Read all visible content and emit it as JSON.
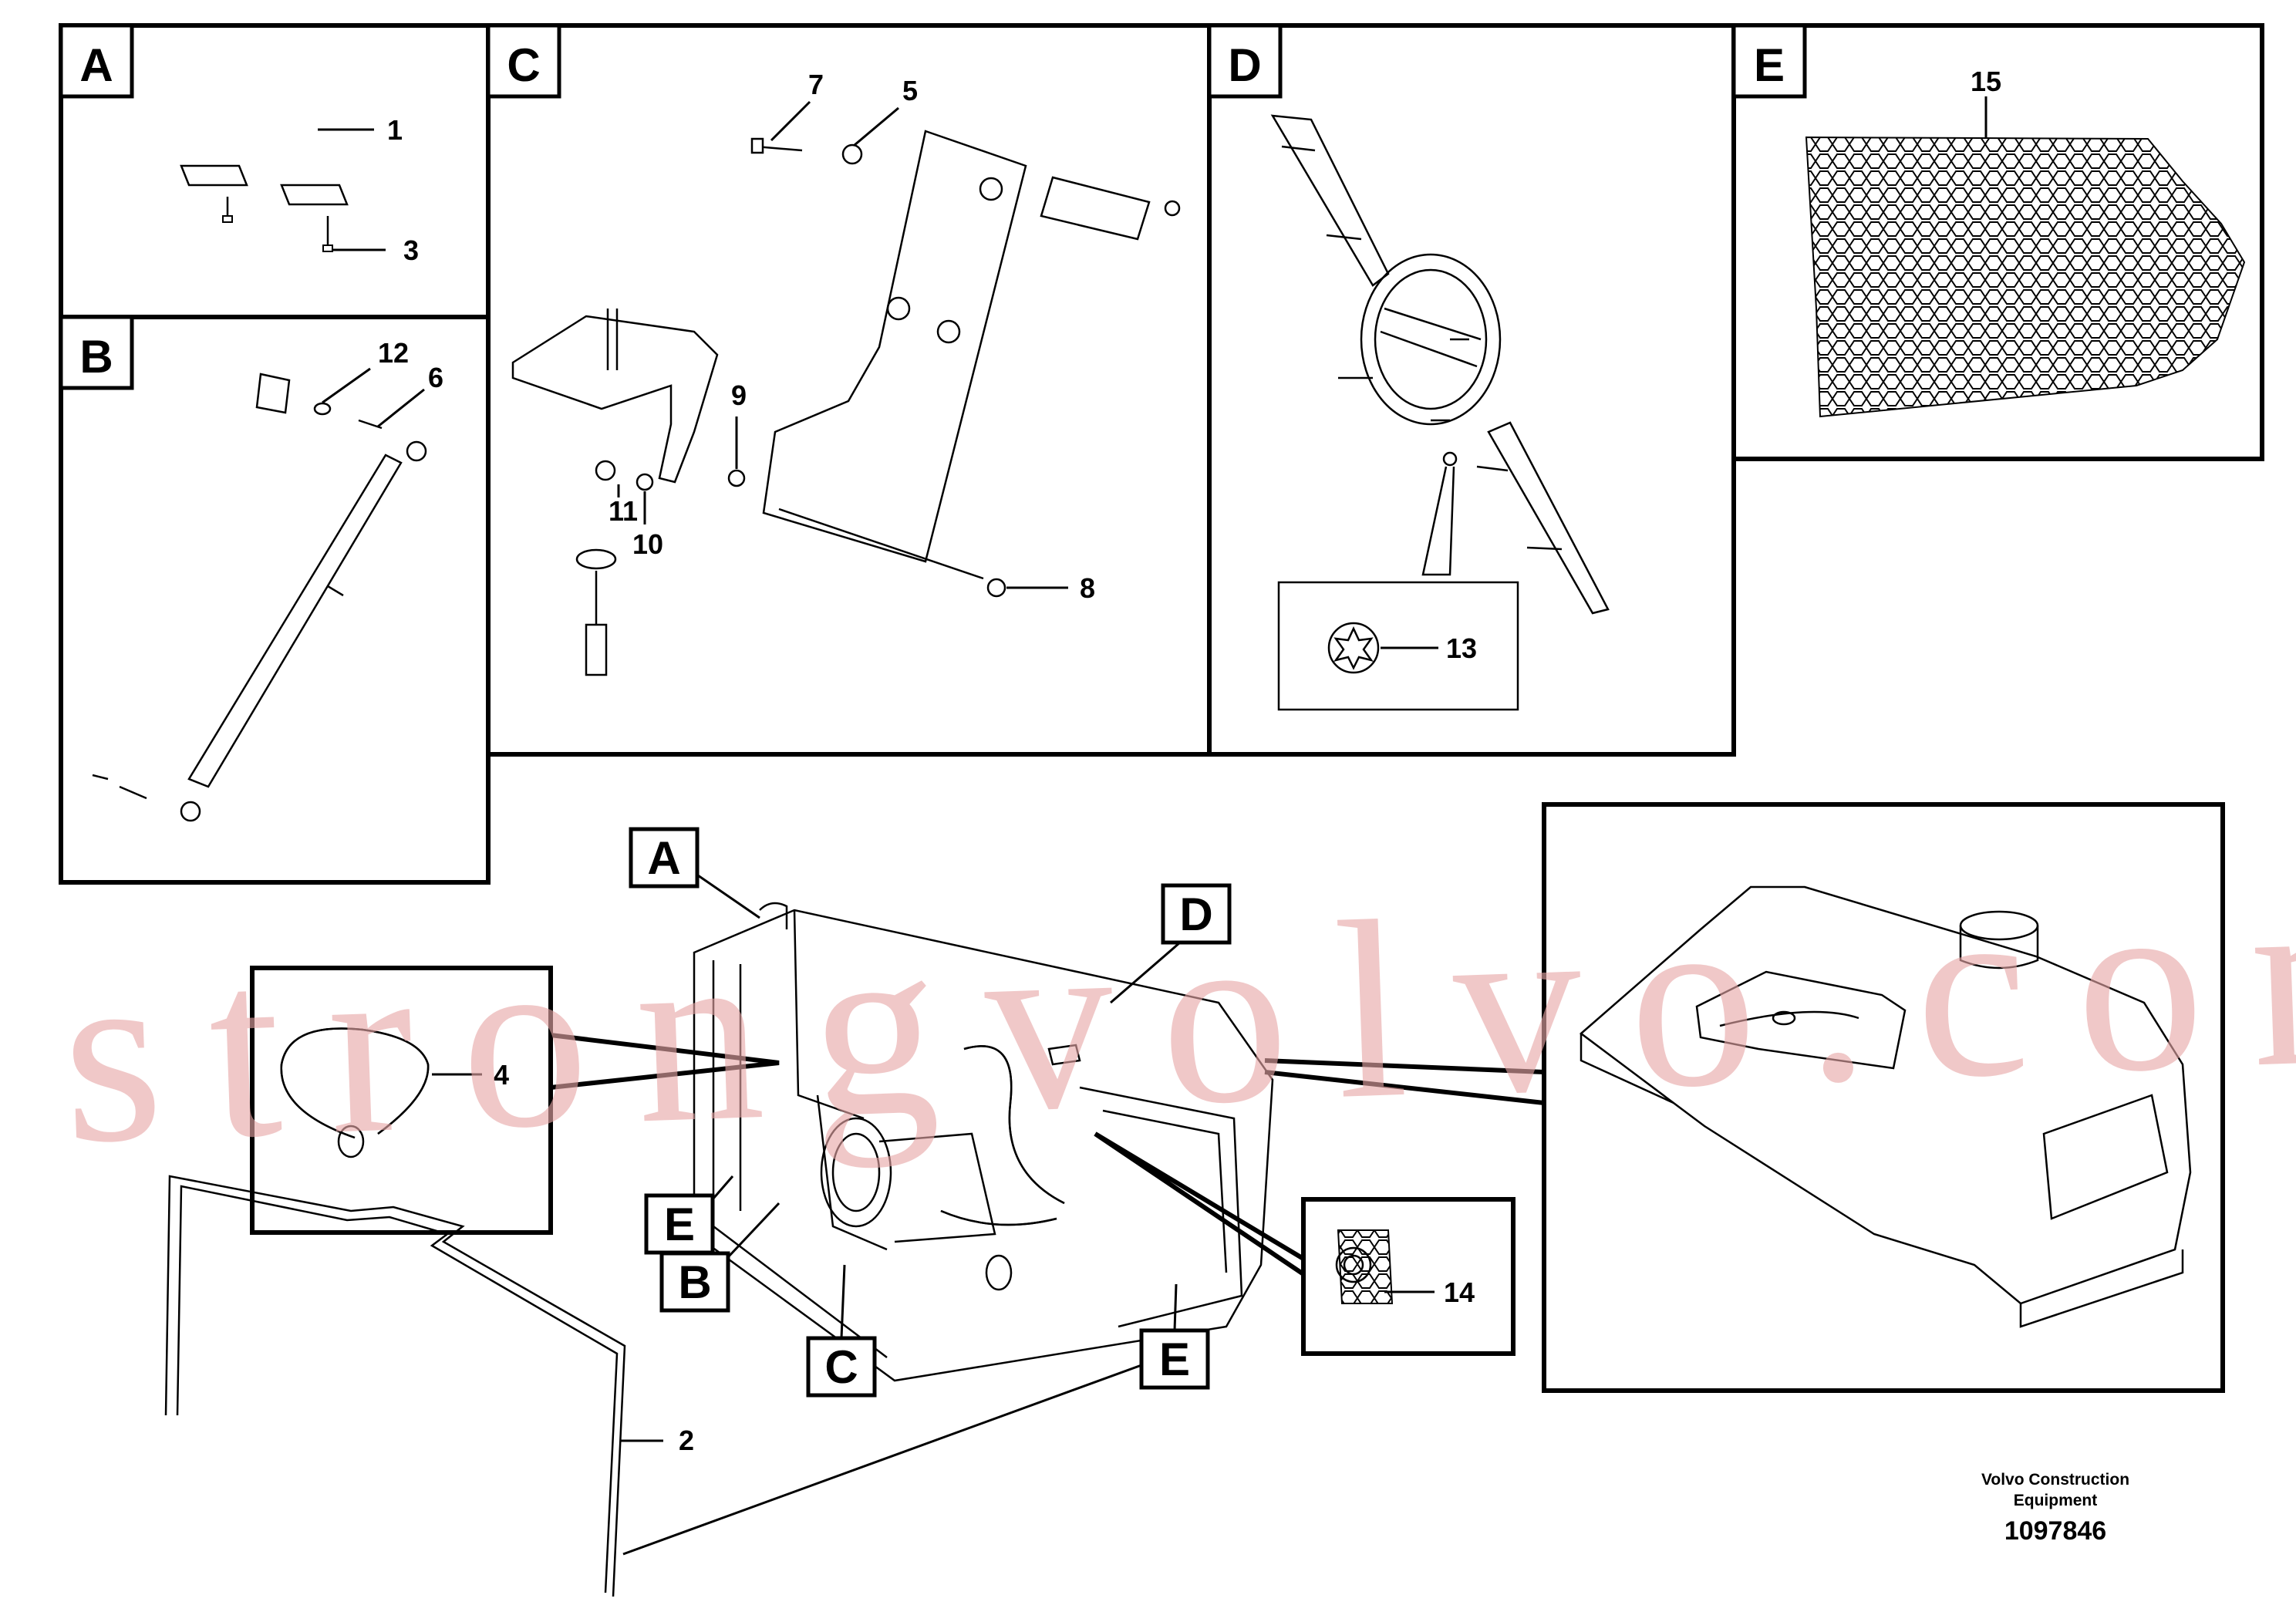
{
  "panels": {
    "a": {
      "letter": "A",
      "callouts": [
        "1",
        "3"
      ]
    },
    "b": {
      "letter": "B",
      "callouts": [
        "12",
        "6"
      ]
    },
    "c": {
      "letter": "C",
      "callouts": [
        "7",
        "5",
        "9",
        "11",
        "10",
        "8"
      ]
    },
    "d": {
      "letter": "D",
      "callouts": [
        "13"
      ]
    },
    "e": {
      "letter": "E",
      "callouts": [
        "15"
      ]
    }
  },
  "main_view": {
    "labels": [
      "A",
      "D",
      "E",
      "B",
      "C",
      "E"
    ],
    "callouts": [
      "4",
      "14",
      "2"
    ]
  },
  "footer": {
    "company_line1": "Volvo Construction",
    "company_line2": "Equipment",
    "drawing_number": "1097846"
  },
  "watermark": "strongvolvo.com",
  "colors": {
    "line": "#000000",
    "watermark": "#e7a6a6",
    "background": "#ffffff"
  }
}
